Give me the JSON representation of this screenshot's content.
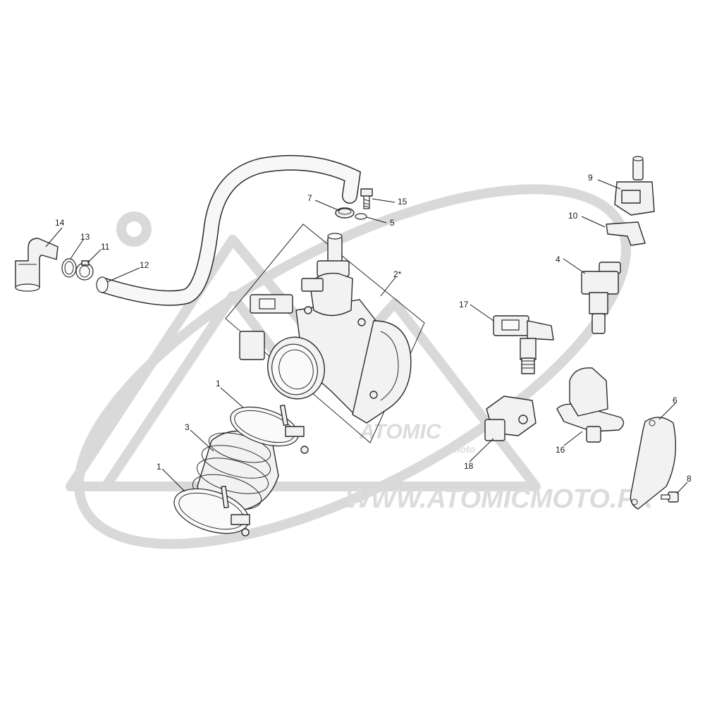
{
  "watermark": {
    "url_text": "WWW.ATOMICMOTO.FR",
    "logo_text": "ATOMIC",
    "logo_sub": "moto"
  },
  "callouts": [
    {
      "id": "c1a",
      "label": "1"
    },
    {
      "id": "c1b",
      "label": "1"
    },
    {
      "id": "c2",
      "label": "2*"
    },
    {
      "id": "c3",
      "label": "3"
    },
    {
      "id": "c4",
      "label": "4"
    },
    {
      "id": "c5",
      "label": "5"
    },
    {
      "id": "c6",
      "label": "6"
    },
    {
      "id": "c7",
      "label": "7"
    },
    {
      "id": "c8",
      "label": "8"
    },
    {
      "id": "c9",
      "label": "9"
    },
    {
      "id": "c10",
      "label": "10"
    },
    {
      "id": "c11",
      "label": "11"
    },
    {
      "id": "c12",
      "label": "12"
    },
    {
      "id": "c13",
      "label": "13"
    },
    {
      "id": "c14",
      "label": "14"
    },
    {
      "id": "c15",
      "label": "15"
    },
    {
      "id": "c16",
      "label": "16"
    },
    {
      "id": "c17",
      "label": "17"
    },
    {
      "id": "c18",
      "label": "18"
    }
  ]
}
